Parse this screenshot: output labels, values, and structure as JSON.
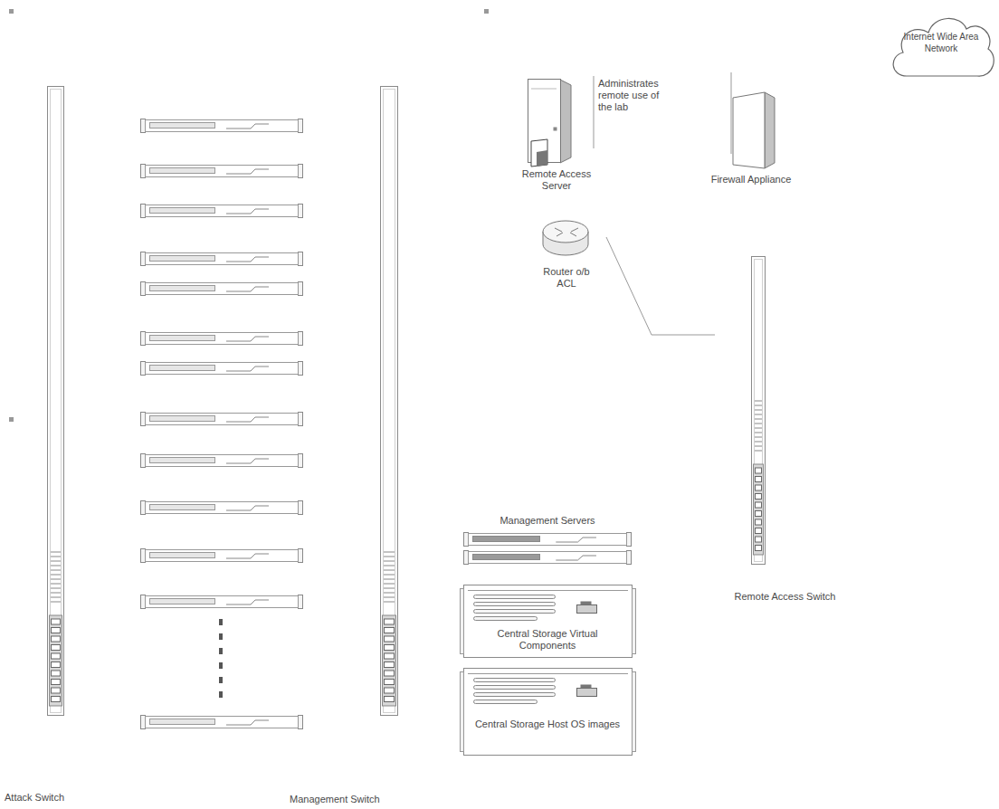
{
  "diagram": {
    "nodes": [
      {
        "text": [
          "Internet Wide Area Network"
        ]
      },
      {
        "text": [
          "Remote Access Server"
        ]
      },
      {
        "text": [
          "Firewall Appliance"
        ]
      },
      {
        "text": [
          "Router o/b ACL"
        ]
      },
      {
        "text": [
          "Remote Access Switch"
        ]
      },
      {
        "text": [
          "Attack Switch"
        ]
      },
      {
        "text": [
          "Management Switch"
        ]
      },
      {
        "text": [
          "Management Servers"
        ]
      },
      {
        "text": [
          "Central Storage Virtual Components"
        ]
      },
      {
        "text": [
          "Central Storage Host OS images"
        ]
      }
    ],
    "edges": [
      {
        "from": 3,
        "to": 4,
        "arrow": "none"
      }
    ],
    "labels": [
      "Administrates remote use of the lab"
    ]
  }
}
